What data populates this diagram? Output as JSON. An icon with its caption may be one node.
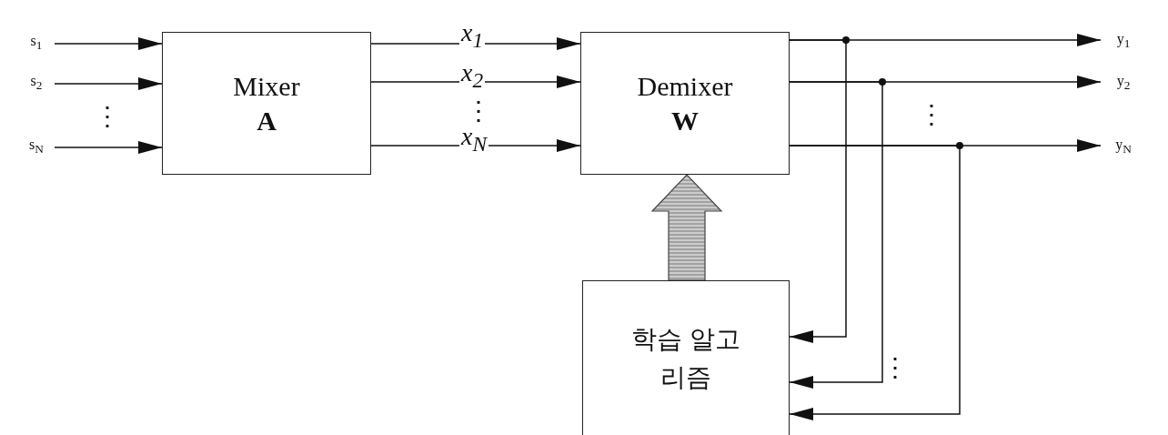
{
  "diagram": {
    "nodes": [
      {
        "text": [
          "s$_{1}$"
        ]
      },
      {
        "text": [
          "s$_{2}$"
        ]
      },
      {
        "text": [
          "s$_{N}$"
        ]
      },
      {
        "text": [
          "Mixer",
          "A"
        ]
      },
      {
        "text": [
          "Demixer",
          "W"
        ]
      },
      {
        "text": [
          "학습 알고리즘"
        ]
      },
      {
        "text": [
          "y$_{1}$"
        ]
      },
      {
        "text": [
          "y$_{2}$"
        ]
      },
      {
        "text": [
          "y$_{N}$"
        ]
      }
    ],
    "edges": [
      {
        "from": 0,
        "to": 3,
        "arrow": "to"
      },
      {
        "from": 1,
        "to": 3,
        "arrow": "to"
      },
      {
        "from": 2,
        "to": 3,
        "arrow": "to"
      },
      {
        "from": 3,
        "to": 4,
        "arrow": "to",
        "label": "x$_{1}$"
      },
      {
        "from": 3,
        "to": 4,
        "arrow": "to",
        "label": "x$_{2}$"
      },
      {
        "from": 3,
        "to": 4,
        "arrow": "to",
        "label": "x$_{N}$"
      },
      {
        "from": 4,
        "to": 6,
        "arrow": "to"
      },
      {
        "from": 4,
        "to": 7,
        "arrow": "to"
      },
      {
        "from": 4,
        "to": 8,
        "arrow": "to"
      },
      {
        "from": 4,
        "to": 5,
        "arrow": "to"
      },
      {
        "from": 4,
        "to": 5,
        "arrow": "to"
      },
      {
        "from": 4,
        "to": 5,
        "arrow": "to"
      },
      {
        "from": 5,
        "to": 4,
        "arrow": "to",
        "style": "thick"
      }
    ],
    "labels": [
      "⋮",
      "⋮",
      "⋮",
      "⋮"
    ]
  }
}
